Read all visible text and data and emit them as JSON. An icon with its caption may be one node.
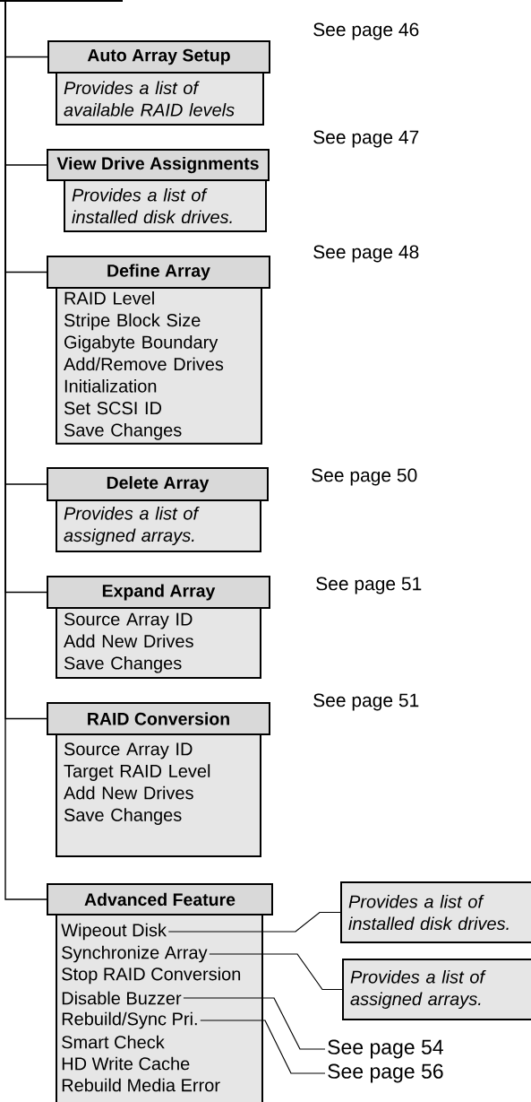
{
  "diagram": {
    "nodes": [
      {
        "text": [],
        "shape": "box"
      },
      {
        "text": [
          "Auto Array Setup"
        ],
        "beside": [
          "See page 46"
        ]
      },
      {
        "text": [
          "Provides a list of available RAID levels"
        ]
      },
      {
        "text": [
          "View Drive Assignments"
        ],
        "beside": [
          "See page 47"
        ]
      },
      {
        "text": [
          "Provides a list of installed disk drives."
        ]
      },
      {
        "text": [
          "Define Array"
        ],
        "beside": [
          "See page 48"
        ]
      },
      {
        "text": [
          "RAID Level",
          "Stripe Block Size",
          "Gigabyte Boundary",
          "Add/Remove Drives",
          "Initialization",
          "Set SCSI ID",
          "Save Changes"
        ]
      },
      {
        "text": [
          "Delete Array"
        ],
        "beside": [
          "See page 50"
        ]
      },
      {
        "text": [
          "Provides a list of assigned arrays."
        ]
      },
      {
        "text": [
          "Expand Array"
        ],
        "beside": [
          "See page 51"
        ]
      },
      {
        "text": [
          "Source Array ID",
          "Add New Drives",
          "Save Changes"
        ]
      },
      {
        "text": [
          "RAID Conversion"
        ],
        "beside": [
          "See page 51"
        ]
      },
      {
        "text": [
          "Source Array ID",
          "Target RAID Level",
          "Add New Drives",
          "Save Changes"
        ]
      },
      {
        "text": [
          "Advanced Feature"
        ]
      },
      {
        "text": [],
        "shape": "box"
      },
      {
        "text": [
          "Wipeout Disk"
        ],
        "in": 14
      },
      {
        "text": [
          "Synchronize Array"
        ],
        "in": 14
      },
      {
        "text": [
          "Stop RAID Conversion"
        ],
        "in": 14
      },
      {
        "text": [
          "Disable Buzzer"
        ],
        "in": 14
      },
      {
        "text": [
          "Rebuild/Sync Pri."
        ],
        "in": 14
      },
      {
        "text": [
          "Smart Check"
        ],
        "in": 14
      },
      {
        "text": [
          "HD Write Cache"
        ],
        "in": 14
      },
      {
        "text": [
          "Rebuild Media Error"
        ],
        "in": 14
      },
      {
        "text": [
          "Provides a list of installed disk drives."
        ]
      },
      {
        "text": [
          "Provides a list of assigned arrays."
        ]
      },
      {
        "text": [
          "See page 54"
        ]
      },
      {
        "text": [
          "See page 56"
        ]
      }
    ],
    "edges": [
      {
        "from": 0,
        "to": 1,
        "arrow": "none"
      },
      {
        "from": 0,
        "to": 3,
        "arrow": "none"
      },
      {
        "from": 0,
        "to": 5,
        "arrow": "none"
      },
      {
        "from": 0,
        "to": 7,
        "arrow": "none"
      },
      {
        "from": 0,
        "to": 9,
        "arrow": "none"
      },
      {
        "from": 0,
        "to": 11,
        "arrow": "none"
      },
      {
        "from": 0,
        "to": 13,
        "arrow": "none"
      },
      {
        "from": 15,
        "to": 23,
        "arrow": "none"
      },
      {
        "from": 16,
        "to": 24,
        "arrow": "none"
      },
      {
        "from": 18,
        "to": 25,
        "arrow": "none"
      },
      {
        "from": 19,
        "to": 26,
        "arrow": "none"
      }
    ]
  }
}
